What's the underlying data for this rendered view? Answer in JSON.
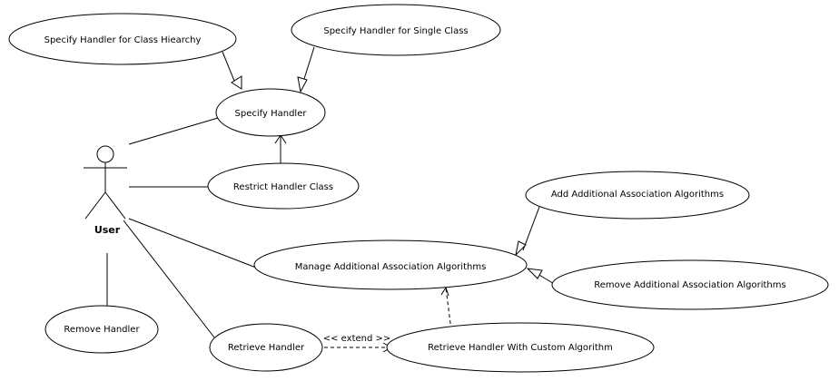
{
  "actor": {
    "name": "User"
  },
  "use_cases": {
    "specify_class_hierarchy": "Specify Handler for Class Hiearchy",
    "specify_single_class": "Specify Handler for Single Class",
    "specify_handler": "Specify Handler",
    "restrict_handler_class": "Restrict Handler Class",
    "add_algorithms": "Add Additional Association Algorithms",
    "manage_algorithms": "Manage Additional Association Algorithms",
    "remove_algorithms": "Remove Additional Association Algorithms",
    "remove_handler": "Remove Handler",
    "retrieve_handler": "Retrieve Handler",
    "retrieve_custom": "Retrieve Handler With Custom Algorithm"
  },
  "relations": {
    "extend_label": "<< extend >>"
  }
}
